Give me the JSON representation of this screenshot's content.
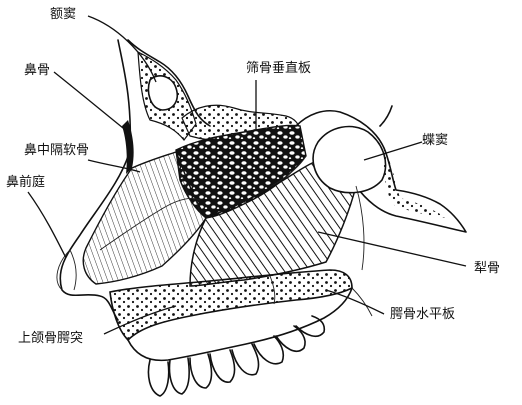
{
  "labels": {
    "frontal_sinus": "额窦",
    "nasal_bone": "鼻骨",
    "ethmoid_plate": "筛骨垂直板",
    "septal_cartilage": "鼻中隔软骨",
    "sphenoid_sinus": "蝶窦",
    "nasal_vestibule": "鼻前庭",
    "vomer": "犁骨",
    "palatine_horizontal_plate": "腭骨水平板",
    "maxilla_palatine_process": "上颌骨腭突"
  }
}
